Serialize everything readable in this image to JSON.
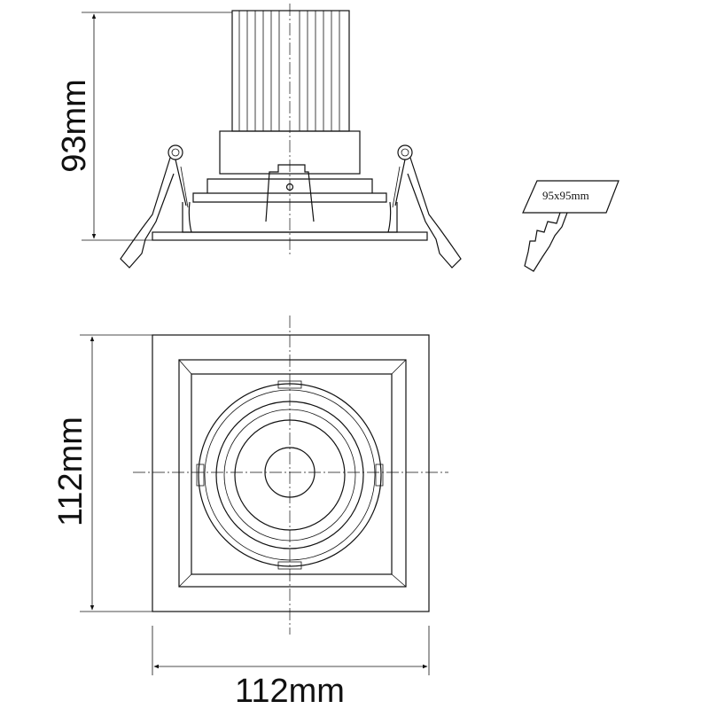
{
  "dimensions": {
    "height": "93mm",
    "width_vertical": "112mm",
    "width_horizontal": "112mm",
    "cutout": "95x95mm"
  }
}
